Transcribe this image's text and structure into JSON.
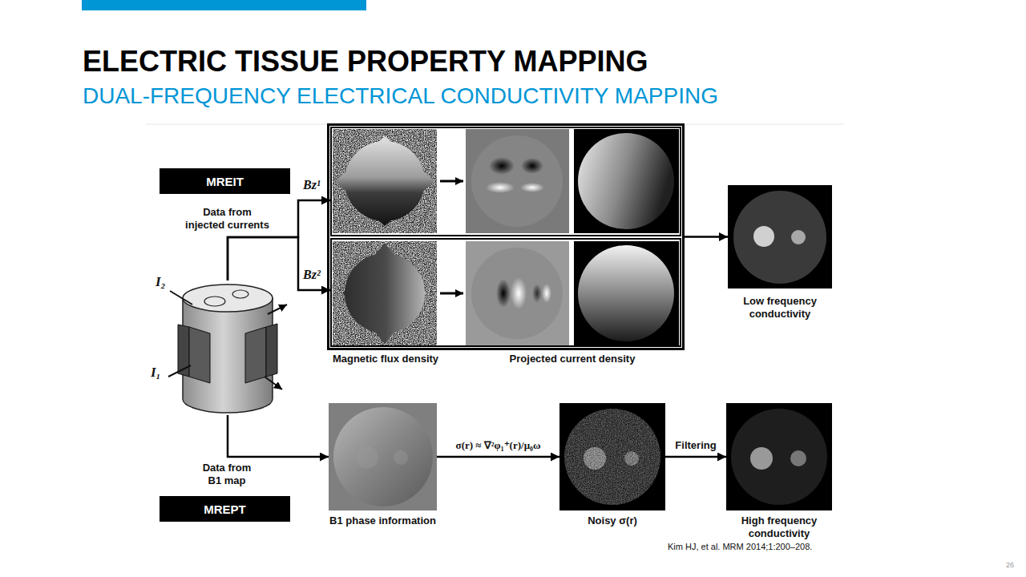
{
  "diagram": {
    "title": "ELECTRIC TISSUE PROPERTY MAPPING",
    "nodes": [
      {
        "text": [
          "MREIT"
        ]
      },
      {
        "text": [
          "I₂",
          "I₁"
        ]
      },
      {
        "text": [
          "Magnetic flux density",
          "Projected current density"
        ]
      },
      {
        "text": [
          "Bz¹"
        ],
        "in": 2
      },
      {
        "text": [
          "Bz²"
        ],
        "in": 2
      },
      {
        "text": [
          "Low frequency conductivity"
        ]
      },
      {
        "text": [
          "B1 phase information"
        ]
      },
      {
        "text": [
          "Noisy σ(r)"
        ]
      },
      {
        "text": [
          "High frequency conductivity"
        ]
      },
      {
        "text": [
          "MREPT"
        ]
      }
    ],
    "edges": [
      {
        "from": 1,
        "to": 3,
        "arrow": "to"
      },
      {
        "from": 1,
        "to": 4,
        "arrow": "to"
      },
      {
        "from": 2,
        "to": 5,
        "arrow": "to"
      },
      {
        "from": 1,
        "to": 6,
        "arrow": "to"
      },
      {
        "from": 6,
        "to": 7,
        "arrow": "to",
        "label": "σ(r) ≈ ∇²φ₁⁺(r)/μ₀ω"
      },
      {
        "from": 7,
        "to": 8,
        "arrow": "to",
        "label": "Filtering"
      }
    ],
    "labels": [
      "DUAL-FREQUENCY ELECTRICAL CONDUCTIVITY MAPPING",
      "Data from injected currents",
      "Data from B1 map",
      "Kim HJ, et al. MRM 2014;1:200–208.",
      "26"
    ]
  }
}
